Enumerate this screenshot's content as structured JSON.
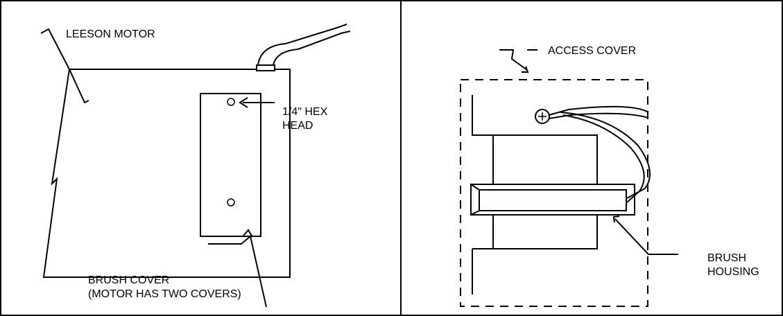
{
  "left_panel": {
    "motor_label": "LEESON MOTOR",
    "hex_label_line1": "1/4\" HEX",
    "hex_label_line2": "HEAD",
    "brush_cover_line1": "BRUSH COVER",
    "brush_cover_line2": "(MOTOR HAS TWO COVERS)"
  },
  "right_panel": {
    "access_cover_label": "ACCESS COVER",
    "brush_housing_line1": "BRUSH",
    "brush_housing_line2": "HOUSING"
  }
}
